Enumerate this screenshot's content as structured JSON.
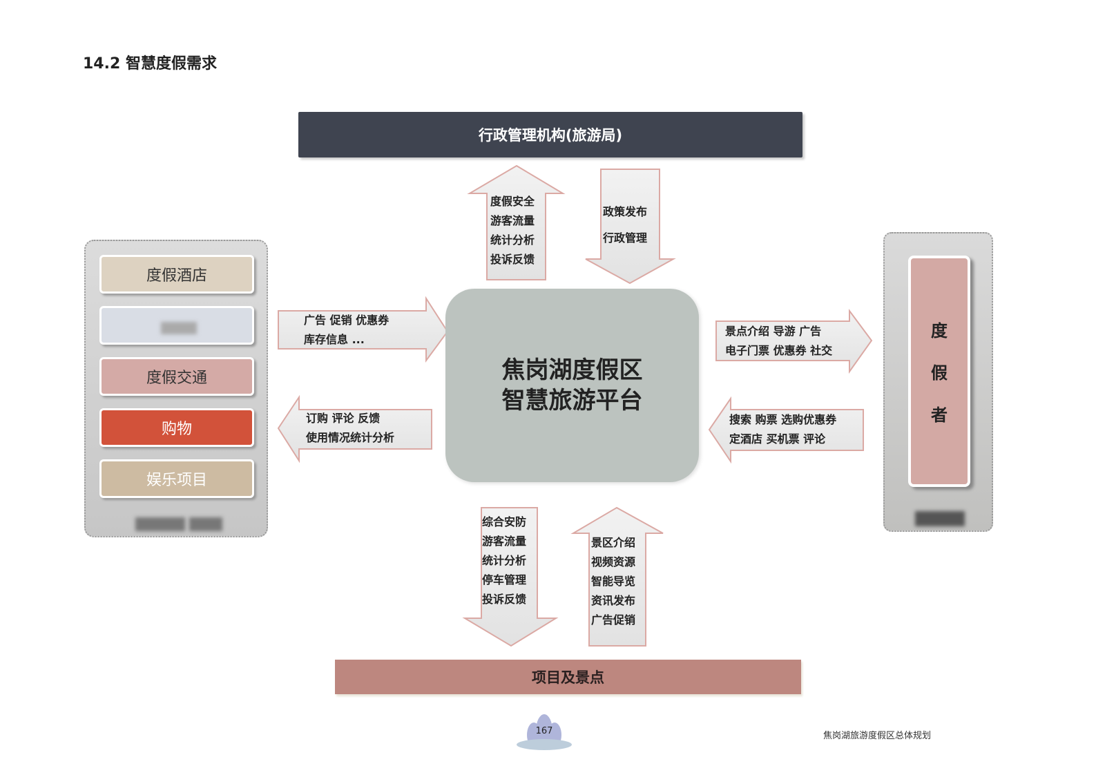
{
  "section_title": "14.2  智慧度假需求",
  "admin_bar": "行政管理机构(旅游局)",
  "center": {
    "line1": "焦岗湖度假区",
    "line2": "智慧旅游平台"
  },
  "top_up_arrow": [
    "度假安全",
    "游客流量",
    "统计分析",
    "投诉反馈"
  ],
  "top_down_arrow": [
    "政策发布",
    "行政管理"
  ],
  "left_in_arrow": [
    "广告 促销 优惠券",
    "库存信息 ..."
  ],
  "left_out_arrow": [
    "订购 评论 反馈",
    "使用情况统计分析"
  ],
  "right_out_arrow": [
    "景点介绍 导游 广告",
    "电子门票 优惠券 社交"
  ],
  "right_in_arrow": [
    "搜索 购票 选购优惠券",
    "定酒店 买机票 评论"
  ],
  "bottom_down_arrow": [
    "综合安防",
    "游客流量",
    "统计分析",
    "停车管理",
    "投诉反馈"
  ],
  "bottom_up_arrow": [
    "景区介绍",
    "视频资源",
    "智能导览",
    "资讯发布",
    "广告促销"
  ],
  "providers": [
    {
      "label": "度假酒店",
      "color": "#ddd2c1"
    },
    {
      "label": "",
      "color": "#d9dde5"
    },
    {
      "label": "度假交通",
      "color": "#d4aaa6"
    },
    {
      "label": "购物",
      "color": "#d2523a"
    },
    {
      "label": "娱乐项目",
      "color": "#cdbba2"
    }
  ],
  "vacationer": [
    "度",
    "假",
    "者"
  ],
  "projects_bar": "项目及景点",
  "footer": {
    "page": "167",
    "doc_title": "焦岗湖旅游度假区总体规划"
  }
}
